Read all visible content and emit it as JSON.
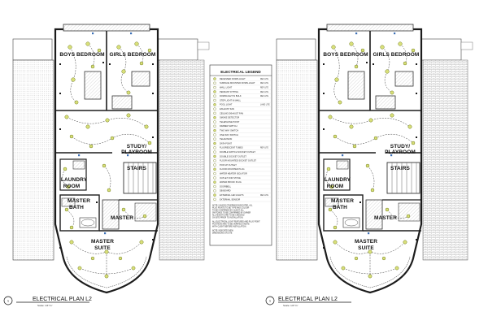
{
  "plans": [
    {
      "id": "left",
      "rooms": {
        "boys_bedroom": "BOYS BEDROOM",
        "girls_bedroom": "GIRLS BEDROOM",
        "study": "STUDY/",
        "playroom": "PLAYROOM",
        "stairs": "STAIRS",
        "laundry": "LAUNDRY",
        "laundry_room": "ROOM",
        "master_bath_1": "MASTER",
        "master_bath_2": "BATH",
        "master": "MASTER",
        "master_suite_1": "MASTER",
        "master_suite_2": "SUITE"
      },
      "title": "ELECTRICAL PLAN L2",
      "scale": "Scale: 1/4\"=1'",
      "number": "1"
    },
    {
      "id": "right",
      "rooms": {
        "boys_bedroom": "BOYS BEDROOM",
        "girls_bedroom": "GIRLS BEDROOM",
        "study": "STUDY/",
        "playroom": "PLAYROOM",
        "stairs": "STAIRS",
        "laundry": "LAUNDRY",
        "laundry_room": "ROOM",
        "master_bath_1": "MASTER",
        "master_bath_2": "BATH",
        "master": "MASTER",
        "master_suite_1": "MASTER",
        "master_suite_2": "SUITE"
      },
      "title": "ELECTRICAL PLAN L2",
      "scale": "Scale: 1/4\"=1'",
      "number": "1"
    }
  ],
  "legend": {
    "title": "ELECTRICAL LEGEND",
    "items": [
      {
        "label": "RECESSED DOWN-LIGHT",
        "code": "REF LITE"
      },
      {
        "label": "SURFACE MOUNTED DOWN-LIGHT",
        "code": "REF LITE"
      },
      {
        "label": "WALL LIGHT",
        "code": "REF LITE"
      },
      {
        "label": "PENDANT FITTING",
        "code": "REF LITE"
      },
      {
        "label": "DOWNLIGHT IN BULK",
        "code": "REF LITE"
      },
      {
        "label": "STEP LIGHT IN WALL",
        "code": ""
      },
      {
        "label": "POOL LIGHT",
        "code": "LAND LITE"
      },
      {
        "label": "EXHAUST FAN",
        "code": ""
      },
      {
        "label": "CEILING EXHAUST FAN",
        "code": ""
      },
      {
        "label": "SMOKE DETECTOR",
        "code": ""
      },
      {
        "label": "TELEPHONE POINT",
        "code": ""
      },
      {
        "label": "DIMMER SWITCH",
        "code": ""
      },
      {
        "label": "TWO WAY SWITCH",
        "code": ""
      },
      {
        "label": "ONE WAY SWITCH",
        "code": ""
      },
      {
        "label": "TELEVISION",
        "code": ""
      },
      {
        "label": "DATA POINT",
        "code": ""
      },
      {
        "label": "FLUORESCENT TUBES",
        "code": "REF LITE"
      },
      {
        "label": "DOUBLE SWITCH SOCKET OUTLET",
        "code": ""
      },
      {
        "label": "DOUBLE SOCKET OUTLET",
        "code": ""
      },
      {
        "label": "FLOOR MOUNTED SOCKET OUTLET",
        "code": ""
      },
      {
        "label": "POP-UP OUTLET",
        "code": ""
      },
      {
        "label": "FLOOR MOUNTED PLUG",
        "code": ""
      },
      {
        "label": "WATER HEATER ISOLATOR",
        "code": ""
      },
      {
        "label": "OUTLET FOR STOVE",
        "code": ""
      },
      {
        "label": "WATER PROOF PLUG",
        "code": ""
      },
      {
        "label": "DOORBELL",
        "code": ""
      },
      {
        "label": "DB BOARD",
        "code": ""
      },
      {
        "label": "EXTERNAL LED LIGHTS",
        "code": "REF LITE"
      },
      {
        "label": "EXTERNAL SENSOR",
        "code": ""
      }
    ],
    "notes": [
      "NOTE: UNLESS OTHERWISE INDICATED, ALL",
      "PLUG POINTS TO BE TYPE AND COLOUR",
      "TO BE CONFIRMED BY CLIENT. ALL",
      "SWITCHES TO BE CONFIRMED BY OWNER",
      "ALL HEIGHTS ARE TO BE CHECKED",
      "ON SITE PRIOR TO INSTALLATION."
    ],
    "notes2": [
      "ALL ELECTRICAL LIGHT FEATURES AND PLUG POINT",
      "POSITIONS ARE TO BE VERIFIED ONSITE",
      "WITH CLIENT BEFORE INSTALLATION."
    ],
    "notes3": [
      "NOTE: INDICATES NEW",
      "DIMENSIONS ON SITE"
    ],
    "colors": {
      "fixture": "#d9e07a",
      "fixture_stroke": "#6f7a1a",
      "wire": "#3a3a3a",
      "wall": "#222222",
      "hatch": "#9a9a9a"
    }
  }
}
